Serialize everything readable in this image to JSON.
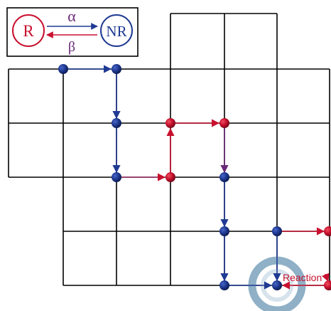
{
  "legend": {
    "state_r": "R",
    "state_nr": "NR",
    "rate_forward": "α",
    "rate_backward": "β"
  },
  "annotation": {
    "reaction": "Reaction"
  },
  "colors": {
    "reactive": "#c8102e",
    "non_reactive": "#1f3a93",
    "grid": "#000000",
    "reaction_ring": "#8fb0c6"
  }
}
